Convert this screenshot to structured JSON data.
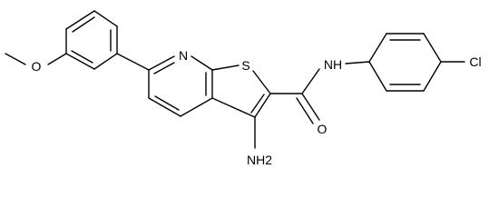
{
  "molecule": {
    "atom_labels": {
      "methoxy_oxygen": "O",
      "pyridine_nitrogen": "N",
      "thiophene_sulfur": "S",
      "amide_nitrogen": "NH",
      "chlorine": "Cl",
      "carbonyl_oxygen": "O",
      "amino_group": "NH2"
    }
  }
}
